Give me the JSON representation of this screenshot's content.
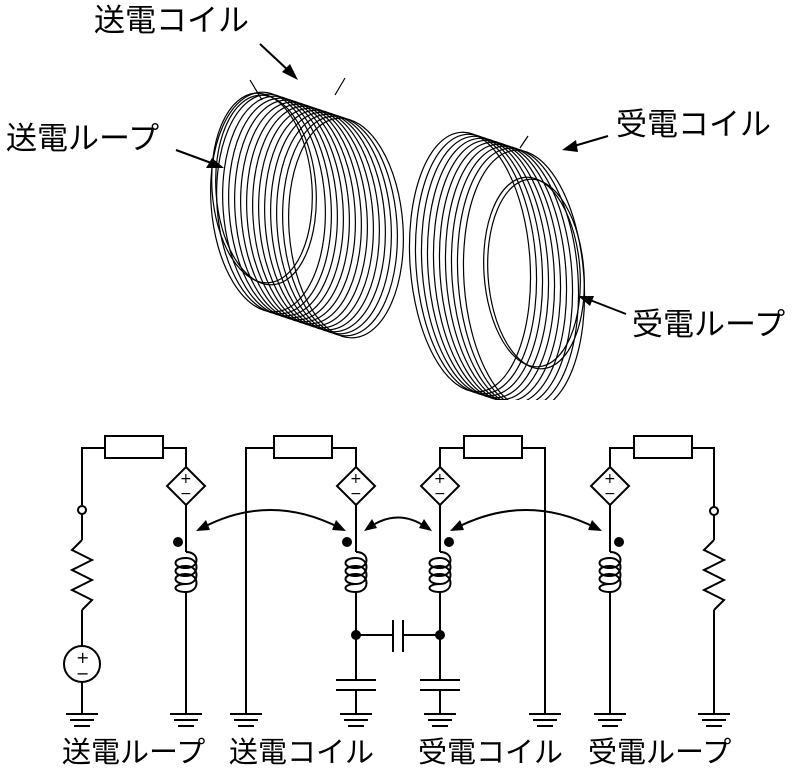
{
  "labels": {
    "tx_coil": "送電コイル",
    "tx_loop": "送電ループ",
    "rx_coil": "受電コイル",
    "rx_loop": "受電ループ"
  },
  "circuit_labels": {
    "tx_loop": "送電ループ",
    "tx_coil": "送電コイル",
    "rx_coil": "受電コイル",
    "rx_loop": "受電ループ"
  },
  "symbols": {
    "plus": "+",
    "minus": "−"
  }
}
